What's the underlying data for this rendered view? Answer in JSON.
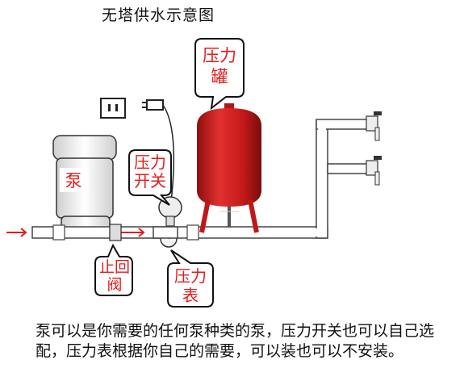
{
  "title": "无塔供水示意图",
  "labels": {
    "pressure_tank": "压力罐",
    "pump": "泵",
    "pressure_switch": "压力开关",
    "check_valve": "止回阀",
    "pressure_gauge": "压力表"
  },
  "note": "泵可以是你需要的任何泵种类的泵，压力开关也可以自己选配，压力表根据你自己的需要，可以装也可以不安装。",
  "colors": {
    "tank_red": "#d81e1e",
    "label_red": "#e11d1d",
    "pipe_outline": "#444444",
    "pipe_fill": "#ffffff"
  }
}
